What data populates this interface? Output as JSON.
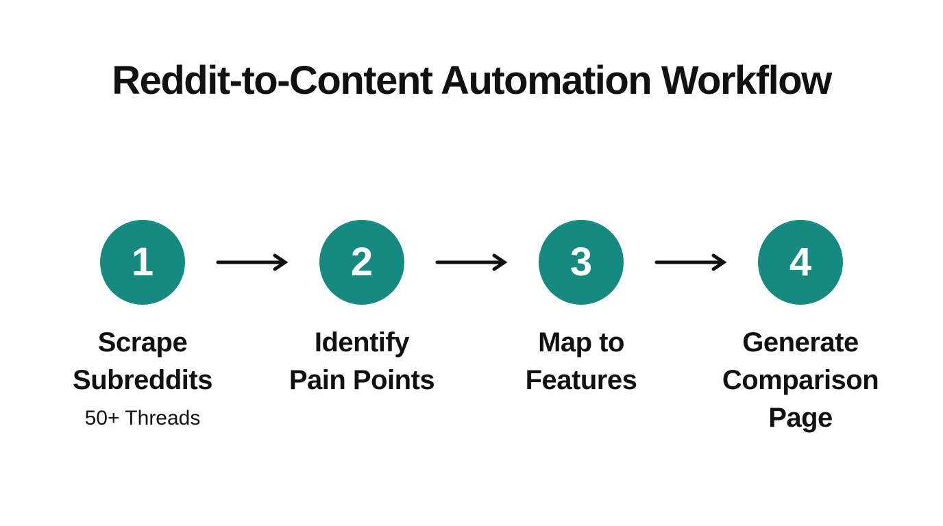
{
  "title": "Reddit-to-Content Automation Workflow",
  "colors": {
    "background": "#ffffff",
    "accent": "#178a7f",
    "text": "#111111",
    "step_number": "#ffffff",
    "arrow": "#111111"
  },
  "steps": [
    {
      "number": "1",
      "label": "Scrape\nSubreddits",
      "sublabel": "50+ Threads"
    },
    {
      "number": "2",
      "label": "Identify\nPain Points"
    },
    {
      "number": "3",
      "label": "Map to\nFeatures"
    },
    {
      "number": "4",
      "label": "Generate\nComparison\nPage"
    }
  ]
}
